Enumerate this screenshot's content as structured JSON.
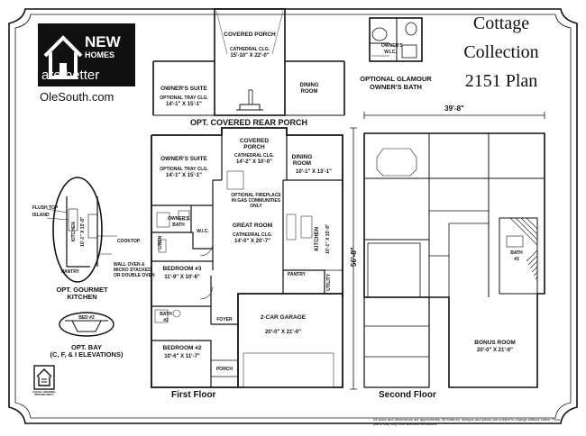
{
  "brand": {
    "line1": "NEW",
    "line2": "HOMES",
    "line3": "are better",
    "url": "OleSouth.com"
  },
  "title": {
    "line1": "Cottage",
    "line2": "Collection",
    "line3": "2151 Plan"
  },
  "rear_porch": {
    "covered_porch": "COVERED PORCH",
    "ceiling": "CATHEDRAL CLG.",
    "dims": "15'-10\" X 22'-0\"",
    "owners_suite": "OWNER'S SUITE",
    "tray": "OPTIONAL TRAY CLG.",
    "suite_dims": "14'-1\" X 15'-1\"",
    "dining": "DINING ROOM",
    "caption": "OPT. COVERED REAR PORCH"
  },
  "glamour": {
    "closet": "OWNER'S W.I.C.",
    "caption1": "OPTIONAL GLAMOUR",
    "caption2": "OWNER'S BATH"
  },
  "first_floor": {
    "covered_porch": "COVERED PORCH",
    "porch_ceiling": "CATHEDRAL CLG.",
    "porch_dims": "14'-2\" X 10'-0\"",
    "owners_suite": "OWNER'S SUITE",
    "tray": "OPTIONAL TRAY CLG.",
    "suite_dims": "14'-1\" X 15'-1\"",
    "dining": "DINING ROOM",
    "dining_dims": "10'-1\" X 13'-1\"",
    "fireplace1": "OPTIONAL FIREPLACE",
    "fireplace2": "IN GAS COMMUNITIES",
    "fireplace3": "ONLY",
    "owners_bath": "OWNER'S BATH",
    "wic": "W.I.C.",
    "great_room": "GREAT ROOM",
    "great_ceiling": "CATHEDRAL CLG.",
    "great_dims": "14'-0\" X 20'-7\"",
    "kitchen": "KITCHEN",
    "kitchen_dims": "10'-1\" X 15'-8\"",
    "linen": "LINEN",
    "bedroom3": "BEDROOM #3",
    "bedroom3_dims": "11'-9\" X 10'-6\"",
    "pantry": "PANTRY",
    "utility": "UTILITY",
    "bath2": "BATH #2",
    "foyer": "FOYER",
    "garage": "2-CAR GARAGE",
    "garage_dims": "20'-0\" X 21'-0\"",
    "bedroom2": "BEDROOM #2",
    "bedroom2_dims": "10'-6\" X 11'-7\"",
    "porch": "PORCH",
    "label": "First Floor",
    "depth_dim": "56'-8\""
  },
  "gourmet": {
    "flush_top1": "FLUSH TOP",
    "flush_top2": "ISLAND",
    "kitchen": "KITCHEN",
    "kitchen_dims": "10'-1\" X 15'-8\"",
    "cooktop": "COOKTOP",
    "oven1": "WALL OVEN &",
    "oven2": "MICRO STACKED",
    "oven3": "OR DOUBLE OVEN",
    "pantry": "PANTRY",
    "caption1": "OPT. GOURMET",
    "caption2": "KITCHEN"
  },
  "bay": {
    "bed": "BED #2",
    "caption1": "OPT. BAY",
    "caption2": "(C, F, & I ELEVATIONS)"
  },
  "equal_housing": {
    "line1": "EQUAL HOUSING",
    "line2": "OPPORTUNITY"
  },
  "second_floor": {
    "width_dim": "39'-8\"",
    "bath3": "BATH #3",
    "bonus": "BONUS ROOM",
    "bonus_dims": "20'-0\" X 21'-0\"",
    "label": "Second Floor"
  },
  "disclaimer": "All sizes and dimensions are approximate. All features, designs and prices are subject to change without notice. Floor plans may vary with selected elevations."
}
